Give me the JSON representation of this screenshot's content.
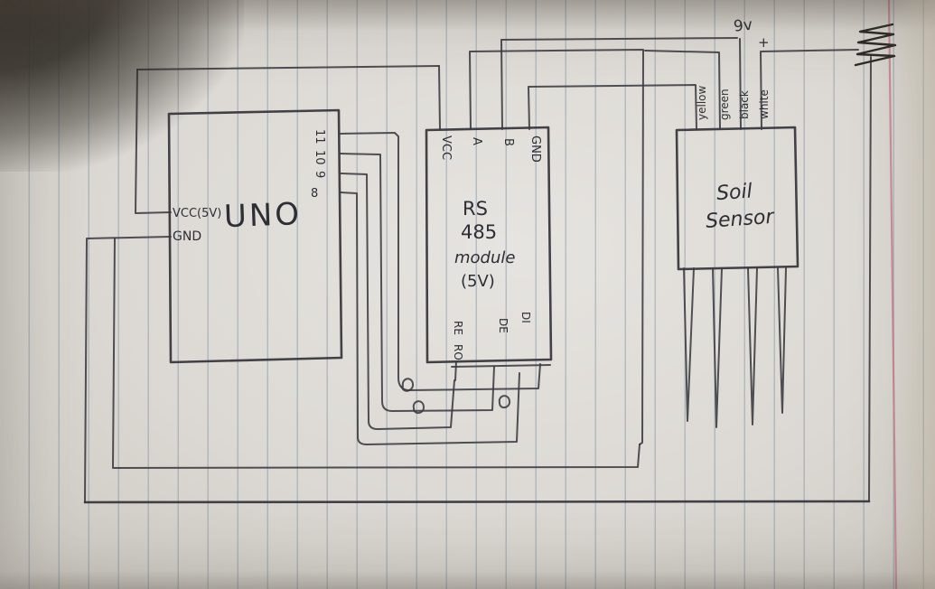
{
  "uno": {
    "name": "UNO",
    "vcc": "VCC(5V)",
    "gnd": "GND",
    "pins": {
      "p11": "11",
      "p10": "10",
      "p9": "9",
      "p8": "8"
    }
  },
  "rs485": {
    "line1": "RS",
    "line2": "485",
    "line3": "module",
    "line4": "(5V)",
    "vcc": "VCC",
    "a": "A",
    "b": "B",
    "gnd": "GND",
    "re": "RE",
    "ro": "RO",
    "de": "DE",
    "di": "DI"
  },
  "sensor": {
    "line1": "Soil",
    "line2": "Sensor",
    "wires": {
      "yellow": "yellow",
      "green": "green",
      "black": "black",
      "white": "white"
    }
  },
  "battery": {
    "voltage": "9v",
    "plus": "+"
  }
}
